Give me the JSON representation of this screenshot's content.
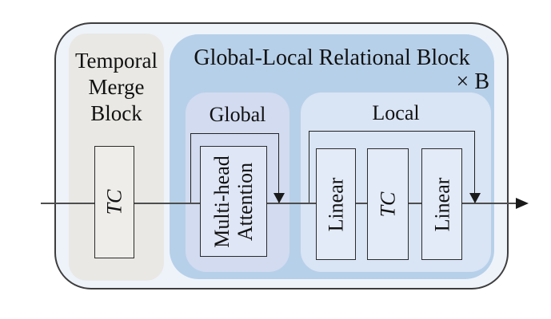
{
  "diagram": {
    "temporal_merge": {
      "title": "Temporal\nMerge\nBlock",
      "tc_label": "TC"
    },
    "glrb": {
      "title": "Global-Local Relational Block",
      "repeat_label": "× B",
      "global": {
        "title": "Global",
        "attention_label": "Multi-head\nAttention"
      },
      "local": {
        "title": "Local",
        "boxes": [
          "Linear",
          "TC",
          "Linear"
        ]
      }
    },
    "colors": {
      "outer_fill": "#eef3fa",
      "outer_border": "#3d3d3d",
      "temporal_merge_fill": "#e9e8e4",
      "glrb_fill": "#b7d0e9",
      "global_fill": "#d2dbf0",
      "local_fill": "#d9e4f4",
      "tc_box_fill": "#eeede9",
      "attention_box_fill": "#dfe6f5",
      "local_box_fill": "#e3ebf8",
      "line_color": "#4d4d4d",
      "text_color": "#111111"
    }
  }
}
